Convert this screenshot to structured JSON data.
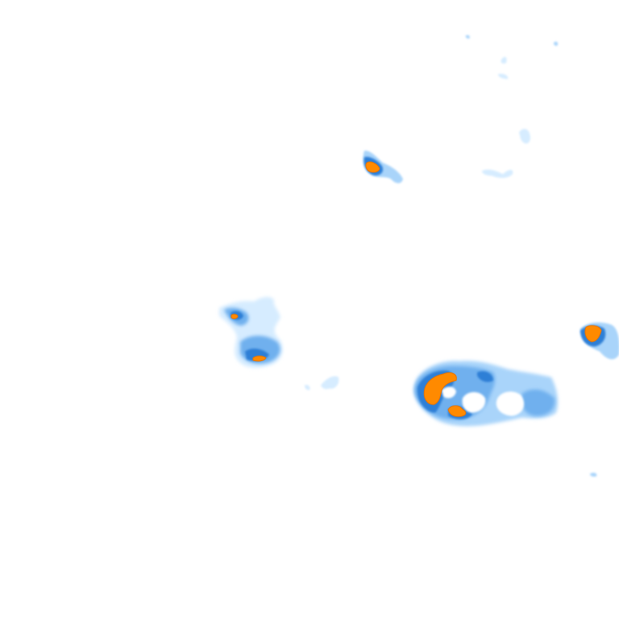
{
  "map": {
    "background": "#ffffff",
    "intensity_palette": {
      "very_light": "#d6ecff",
      "light": "#a9d4fa",
      "medium": "#6fb0ee",
      "heavy": "#2f7fd6",
      "very_heavy": "#1e5fb8",
      "extreme": "#ff8a00",
      "extreme_edge": "#e87400"
    },
    "cells": [
      {
        "id": "cell-north",
        "peak_intensity": "extreme"
      },
      {
        "id": "cell-west",
        "peak_intensity": "extreme"
      },
      {
        "id": "cell-central-south",
        "peak_intensity": "extreme"
      },
      {
        "id": "cell-east",
        "peak_intensity": "extreme"
      },
      {
        "id": "scatter-northeast",
        "peak_intensity": "light"
      },
      {
        "id": "scatter-small",
        "peak_intensity": "light"
      }
    ]
  }
}
